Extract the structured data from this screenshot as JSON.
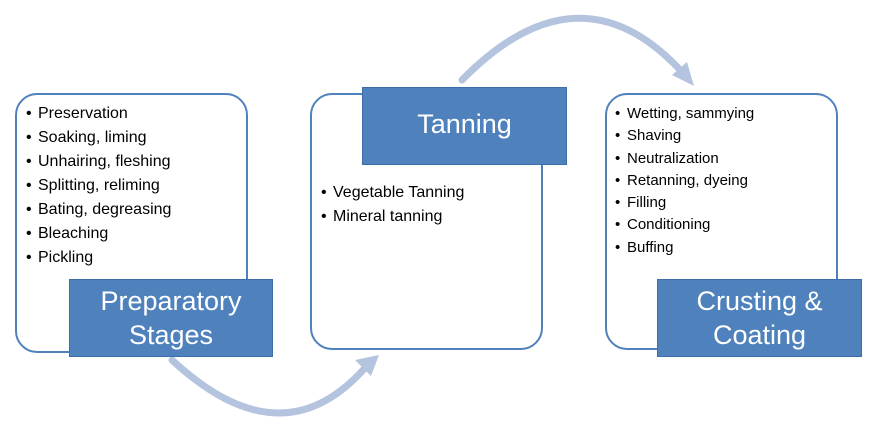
{
  "colors": {
    "box_border": "#4f81bd",
    "title_fill": "#4f81bd",
    "title_text": "#ffffff",
    "arrow": "#b4c4de"
  },
  "stages": [
    {
      "title": "Preparatory\nStages",
      "items": [
        "Preservation",
        "Soaking, liming",
        "Unhairing, fleshing",
        "Splitting, reliming",
        "Bating, degreasing",
        "Bleaching",
        "Pickling"
      ]
    },
    {
      "title": "Tanning",
      "items": [
        "Vegetable Tanning",
        "Mineral tanning"
      ]
    },
    {
      "title": "Crusting &\nCoating",
      "items": [
        "Wetting, sammying",
        "Shaving",
        "Neutralization",
        "Retanning, dyeing",
        "Filling",
        "Conditioning",
        "Buffing"
      ]
    }
  ]
}
